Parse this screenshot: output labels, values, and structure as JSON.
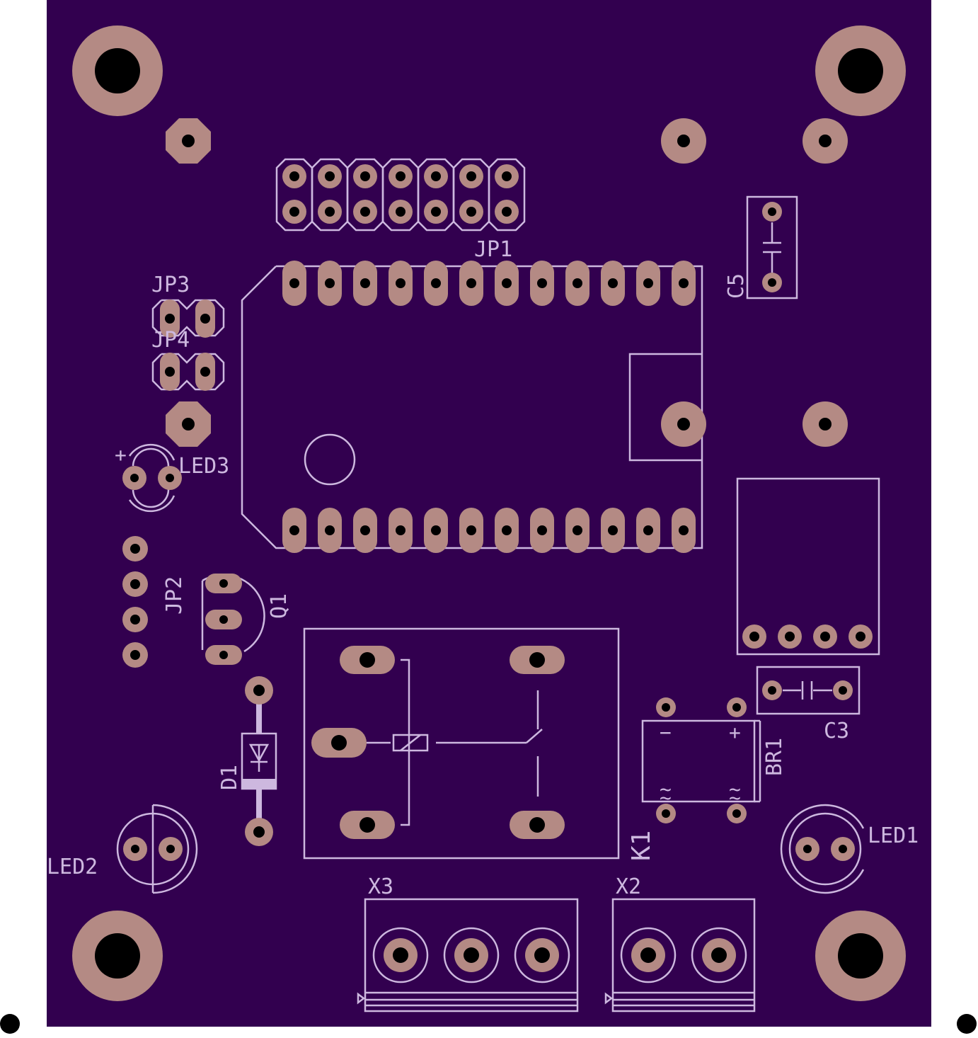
{
  "board": {
    "colors": {
      "board": "#32004f",
      "copper": "#b48a84",
      "silkscreen": "#cdb8df",
      "drill": "#000000"
    }
  },
  "labels": {
    "jp1": "JP1",
    "jp2": "JP2",
    "jp3": "JP3",
    "jp4": "JP4",
    "c5": "C5",
    "c3": "C3",
    "led1": "LED1",
    "led2": "LED2",
    "led3": "LED3",
    "q1": "Q1",
    "d1": "D1",
    "k1": "K1",
    "br1": "BR1",
    "x2": "X2",
    "x3": "X3"
  },
  "marks": {
    "led3_plus": "+",
    "br1_minus": "−",
    "br1_plus": "+",
    "br1_ac1": "~",
    "br1_ac2": "~",
    "br1_ac3": "~",
    "br1_ac4": "~"
  }
}
